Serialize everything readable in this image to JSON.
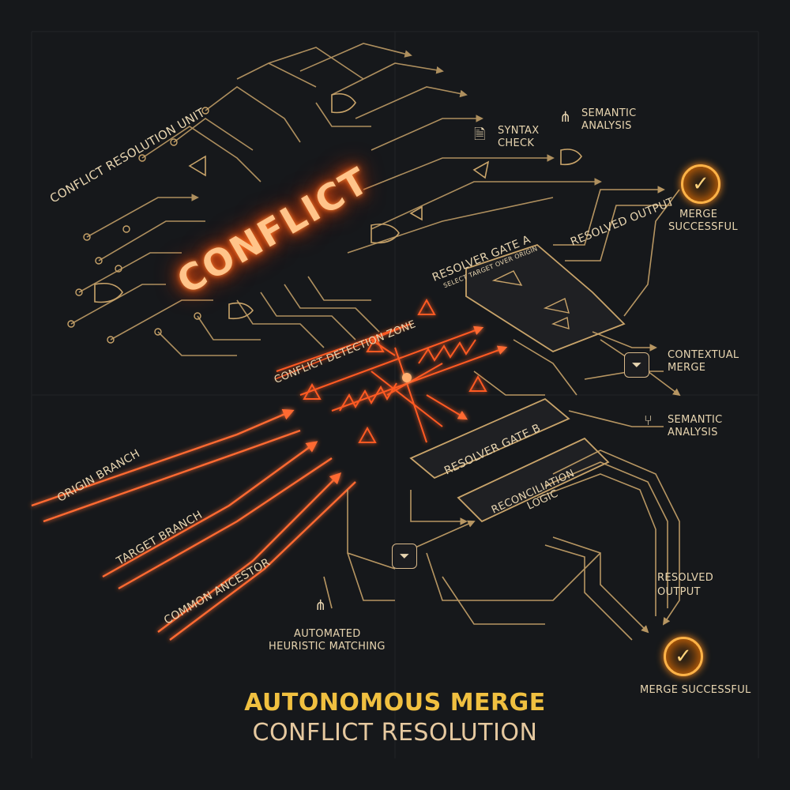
{
  "diagram": {
    "unit_label": "CONFLICT RESOLUTION UNIT",
    "conflict_label": "CONFLICT",
    "zone_label": "CONFLICT DETECTION ZONE",
    "origin_branch": "ORIGIN BRANCH",
    "target_branch": "TARGET BRANCH",
    "common_ancestor": "COMMON ANCESTOR",
    "resolver_gate_a": "RESOLVER GATE A",
    "resolver_gate_a_sub": "SELECT TARGET OVER ORIGIN",
    "resolver_gate_b": "RESOLVER GATE B",
    "reconciliation_1": "RECONCILIATION",
    "reconciliation_2": "LOGIC",
    "resolved_output_top": "RESOLVED OUTPUT",
    "merge_successful_top_1": "MERGE",
    "merge_successful_top_2": "SUCCESSFUL",
    "syntax_check_1": "SYNTAX",
    "syntax_check_2": "CHECK",
    "semantic_top_1": "SEMANTIC",
    "semantic_top_2": "ANALYSIS",
    "contextual_1": "CONTEXTUAL",
    "contextual_2": "MERGE",
    "semantic_mid_1": "SEMANTIC",
    "semantic_mid_2": "ANALYSIS",
    "resolved_output_bottom_1": "RESOLVED",
    "resolved_output_bottom_2": "OUTPUT",
    "merge_successful_bottom": "MERGE SUCCESSFUL",
    "heuristic_1": "AUTOMATED",
    "heuristic_2": "HEURISTIC MATCHING",
    "title_line_1": "AUTONOMOUS MERGE",
    "title_line_2": "CONFLICT RESOLUTION"
  },
  "icons": {
    "checkmark": "✓",
    "warning": "⚠",
    "filter": "⏷",
    "document": "🗎",
    "hierarchy": "⋔",
    "branch": "⑂"
  },
  "colors": {
    "background": "#16181b",
    "circuit": "#c9a46a",
    "glow": "#ff6a20",
    "title_accent": "#f0c040"
  }
}
